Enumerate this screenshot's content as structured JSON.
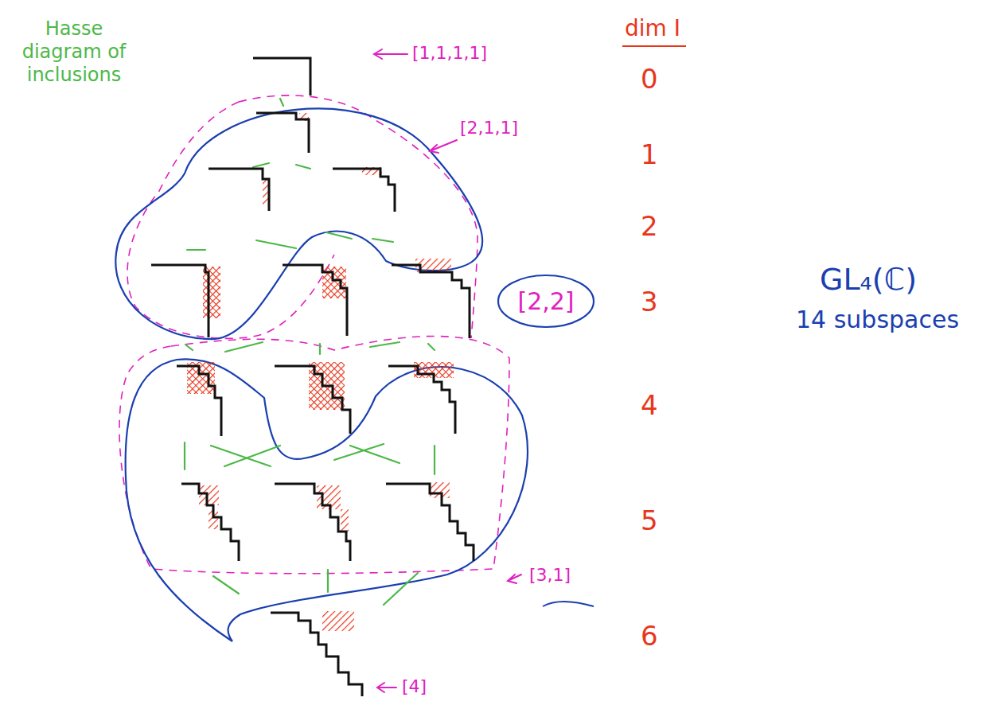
{
  "diagram": {
    "nodes": [
      {
        "text": [
          "[2,2]"
        ]
      }
    ],
    "labels": [
      "Hasse diagram of inclusions",
      "dim I",
      "[1,1,1,1]",
      "0",
      "[2,1,1]",
      "1",
      "2",
      "3",
      "GL₄(ℂ)",
      "14 subspaces",
      "4",
      "5",
      "[3,1]",
      "6",
      "[4]"
    ]
  }
}
